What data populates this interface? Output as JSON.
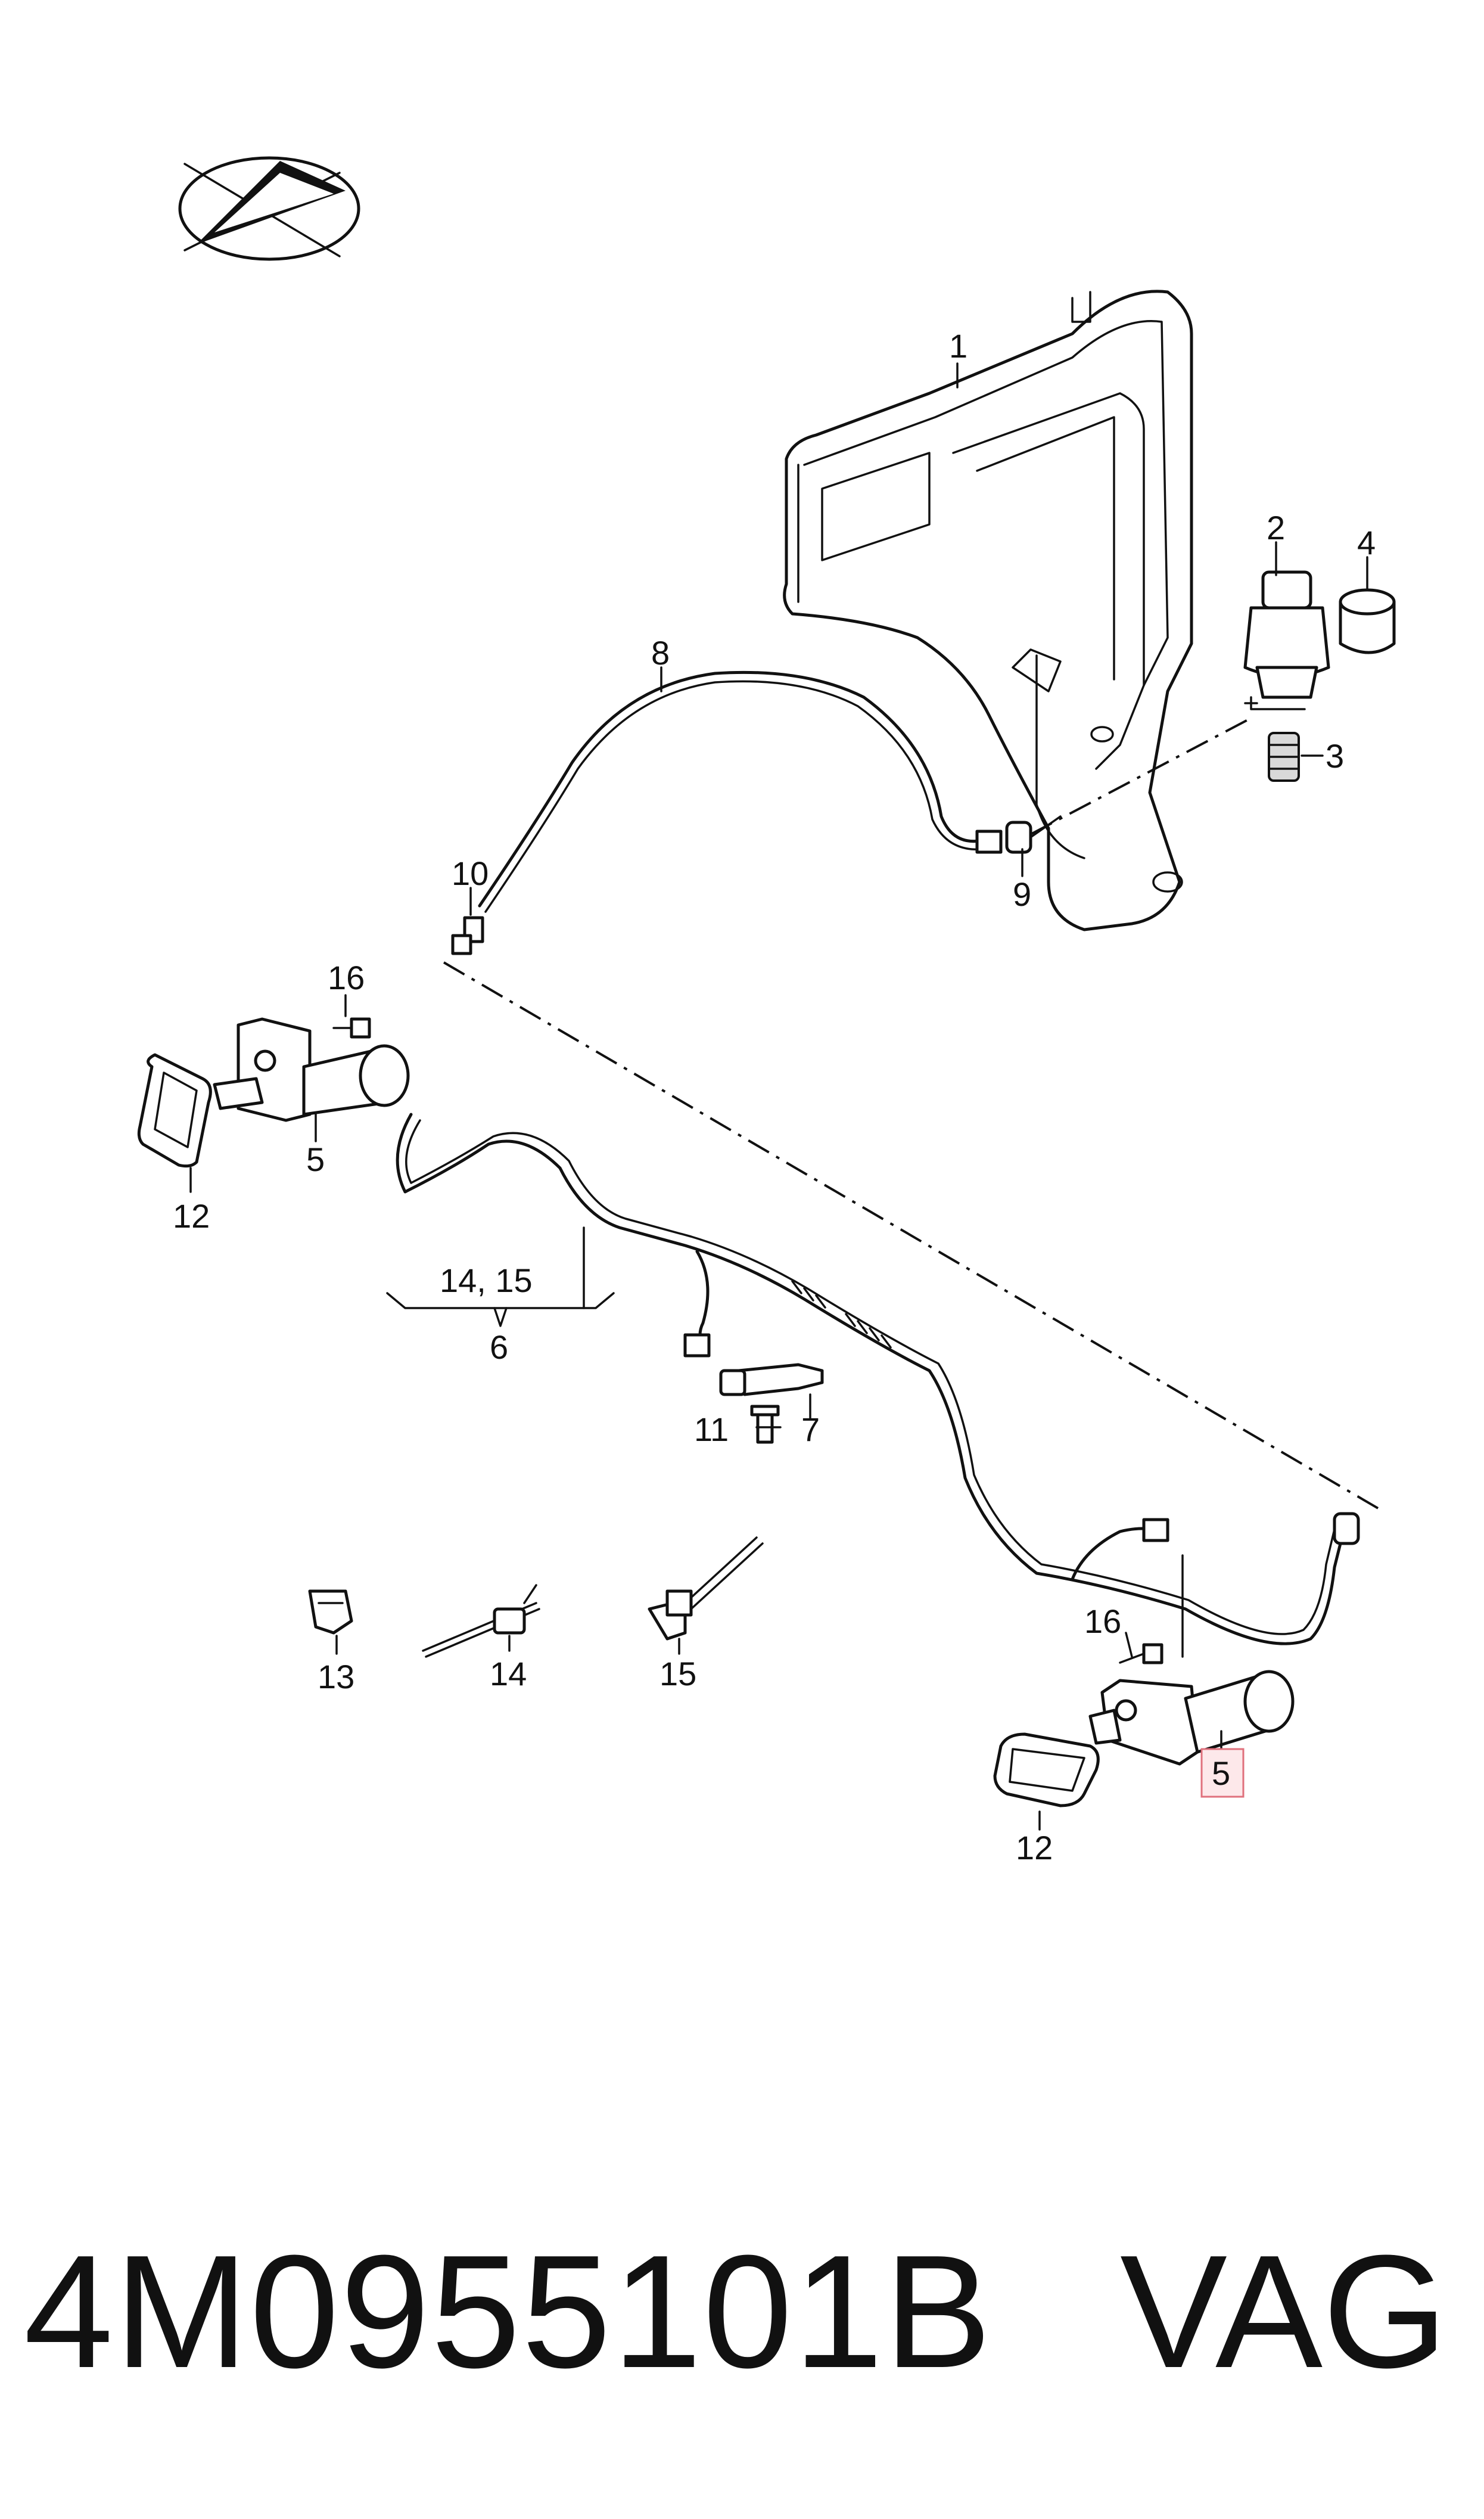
{
  "diagram": {
    "callouts": {
      "c1": "1",
      "c2": "2",
      "c3": "3",
      "c4": "4",
      "c5_left": "5",
      "c5_right": "5",
      "c6": "6",
      "c7": "7",
      "c8": "8",
      "c9": "9",
      "c10": "10",
      "c11": "11",
      "c12_left": "12",
      "c12_right": "12",
      "c13": "13",
      "c14": "14",
      "c15": "15",
      "c16_left": "16",
      "c16_right": "16",
      "c14_15": "14, 15"
    },
    "highlighted_callout": "5",
    "highlight_color": "#e0707c"
  },
  "footer": {
    "part_number": "4M0955101B",
    "brand": "VAG"
  }
}
